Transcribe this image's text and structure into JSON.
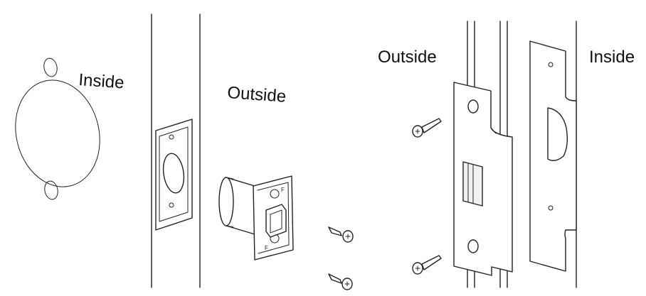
{
  "labels": {
    "inside_left": "Inside",
    "outside_center": "Outside",
    "outside_right": "Outside",
    "inside_right": "Inside"
  },
  "stamps": {
    "latch_top": "F",
    "latch_bottom": "F"
  }
}
